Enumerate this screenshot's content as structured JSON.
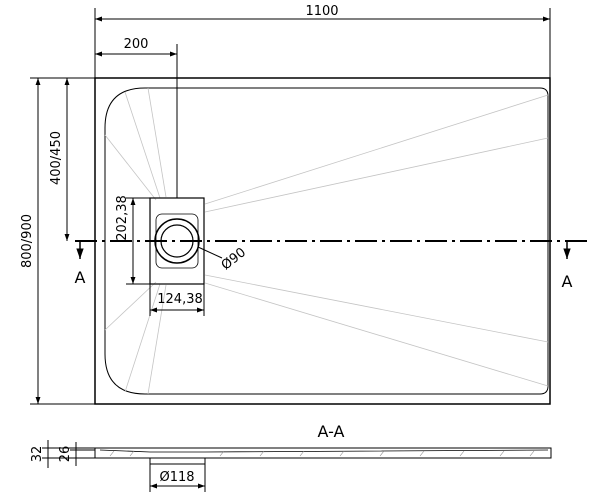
{
  "dimensions": {
    "width": "1100",
    "drain_offset": "200",
    "half_depth": "400/450",
    "depth": "800/900",
    "drain_cover_height": "202,38",
    "drain_cover_width": "124,38",
    "drain_diameter": "Ø90",
    "outlet_diameter": "Ø118",
    "profile_height": "32",
    "profile_inner_height": "26"
  },
  "section": {
    "marker_left": "A",
    "marker_right": "A",
    "title": "A-A"
  }
}
